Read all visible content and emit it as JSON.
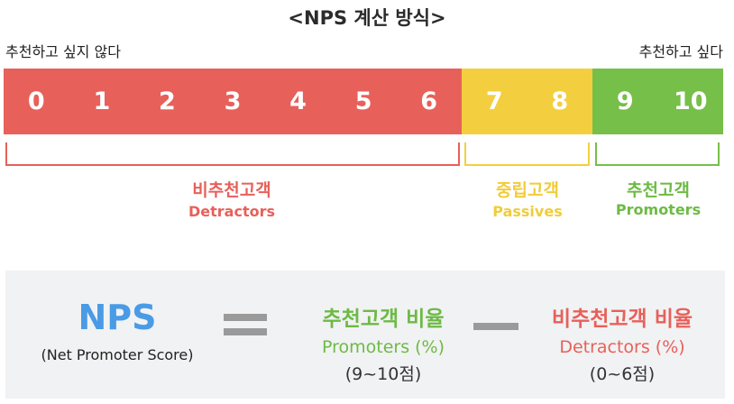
{
  "title": "<NPS 계산 방식>",
  "scale": {
    "left_label": "추천하고 싶지 않다",
    "right_label": "추천하고 싶다",
    "segments": [
      {
        "id": "detractors",
        "color": "#e8605a",
        "numbers": [
          "0",
          "1",
          "2",
          "3",
          "4",
          "5",
          "6"
        ]
      },
      {
        "id": "passives",
        "color": "#f3cf3f",
        "numbers": [
          "7",
          "8"
        ]
      },
      {
        "id": "promoters",
        "color": "#76bf49",
        "numbers": [
          "9",
          "10"
        ]
      }
    ]
  },
  "groups": {
    "detractors": {
      "ko": "비추천고객",
      "en": "Detractors",
      "color": "#e8605a"
    },
    "passives": {
      "ko": "중립고객",
      "en": "Passives",
      "color": "#f0cc3a"
    },
    "promoters": {
      "ko": "추천고객",
      "en": "Promoters",
      "color": "#6dba45"
    }
  },
  "formula": {
    "nps_label": "NPS",
    "nps_sub": "(Net Promoter Score)",
    "equals": "=",
    "minus": "−",
    "promoters": {
      "ko": "추천고객 비율",
      "en": "Promoters (%)",
      "range": "(9~10점)"
    },
    "detractors": {
      "ko": "비추천고객 비율",
      "en": "Detractors (%)",
      "range": "(0~6점)"
    },
    "colors": {
      "nps": "#4a9be6",
      "promoters": "#6dba45",
      "detractors": "#e8605a",
      "operator": "#9a9a9a"
    }
  }
}
